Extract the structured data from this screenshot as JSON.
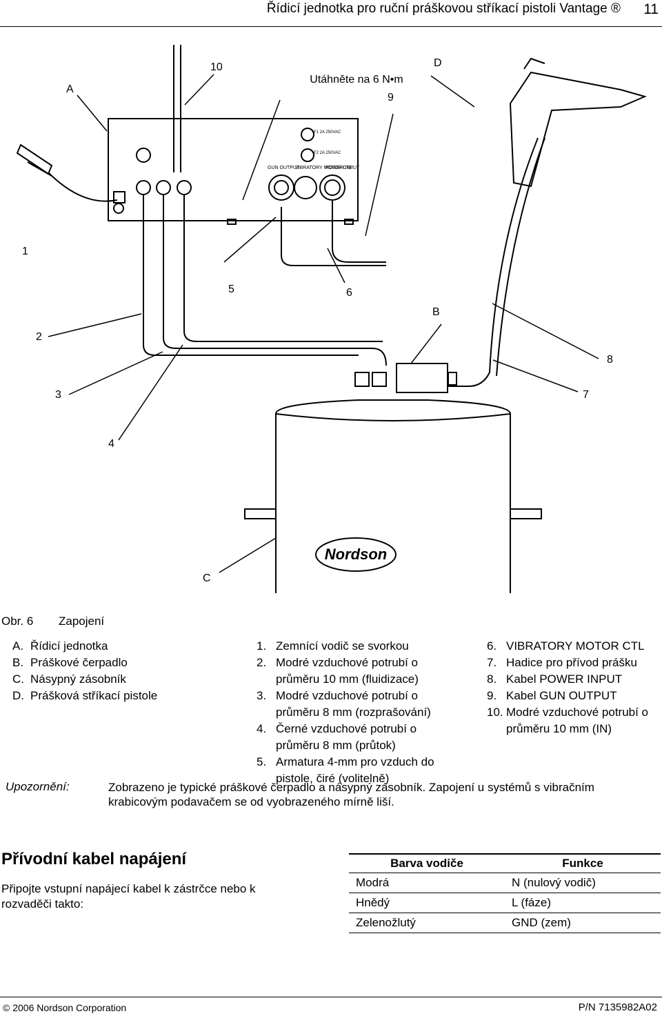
{
  "header": {
    "title": "Řídicí jednotka pro ruční práškovou stříkací pistoli Vantage ®",
    "page_number": "11"
  },
  "figure": {
    "torque_note": "Utáhněte na 6 N•m",
    "callouts": [
      "A",
      "10",
      "D",
      "9",
      "1",
      "5",
      "6",
      "B",
      "2",
      "8",
      "3",
      "7",
      "4",
      "C"
    ],
    "fuse1": "F1 2A 250VAC",
    "fuse2": "F2 2A 250VAC",
    "gun_output": "GUN OUTPUT",
    "vibratory": "VIBRATORY MOTOR CTL.",
    "power_input": "POWER INPUT",
    "logo": "Nordson"
  },
  "caption": {
    "fig": "Obr. 6",
    "title": "Zapojení"
  },
  "legend_letters": [
    {
      "key": "A.",
      "text": "Řídicí jednotka"
    },
    {
      "key": "B.",
      "text": "Práškové čerpadlo"
    },
    {
      "key": "C.",
      "text": "Násypný zásobník"
    },
    {
      "key": "D.",
      "text": "Prášková stříkací pistole"
    }
  ],
  "legend_numbers_1": [
    {
      "key": "1.",
      "text": "Zemnící vodič se svorkou"
    },
    {
      "key": "2.",
      "text": "Modré vzduchové potrubí o průměru 10 mm (fluidizace)"
    },
    {
      "key": "3.",
      "text": "Modré vzduchové potrubí o průměru 8 mm (rozprašování)"
    },
    {
      "key": "4.",
      "text": "Černé vzduchové potrubí o průměru 8 mm (průtok)"
    },
    {
      "key": "5.",
      "text": "Armatura 4-mm pro vzduch do pistole, čiré (volitelně)"
    }
  ],
  "legend_numbers_2": [
    {
      "key": "6.",
      "text": "VIBRATORY MOTOR CTL"
    },
    {
      "key": "7.",
      "text": "Hadice pro přívod prášku"
    },
    {
      "key": "8.",
      "text": "Kabel POWER INPUT"
    },
    {
      "key": "9.",
      "text": "Kabel GUN OUTPUT"
    },
    {
      "key": "10.",
      "text": "Modré vzduchové potrubí o průměru 10 mm (IN)"
    }
  ],
  "note": {
    "label": "Upozornění:",
    "text": "Zobrazeno je typické práškové čerpadlo a násypný zásobník. Zapojení u systémů s vibračním krabicovým podavačem se od vyobrazeného mírně liší."
  },
  "section": {
    "title": "Přívodní kabel napájení",
    "body": "Připojte vstupní napájecí kabel k zástrčce nebo k rozvaděči takto:",
    "table": {
      "headers": [
        "Barva vodiče",
        "Funkce"
      ],
      "rows": [
        [
          "Modrá",
          "N (nulový vodič)"
        ],
        [
          "Hnědý",
          "L (fáze)"
        ],
        [
          "Zelenožlutý",
          "GND (zem)"
        ]
      ]
    }
  },
  "footer": {
    "copyright": "© 2006 Nordson Corporation",
    "part_number": "P/N 7135982A02"
  }
}
